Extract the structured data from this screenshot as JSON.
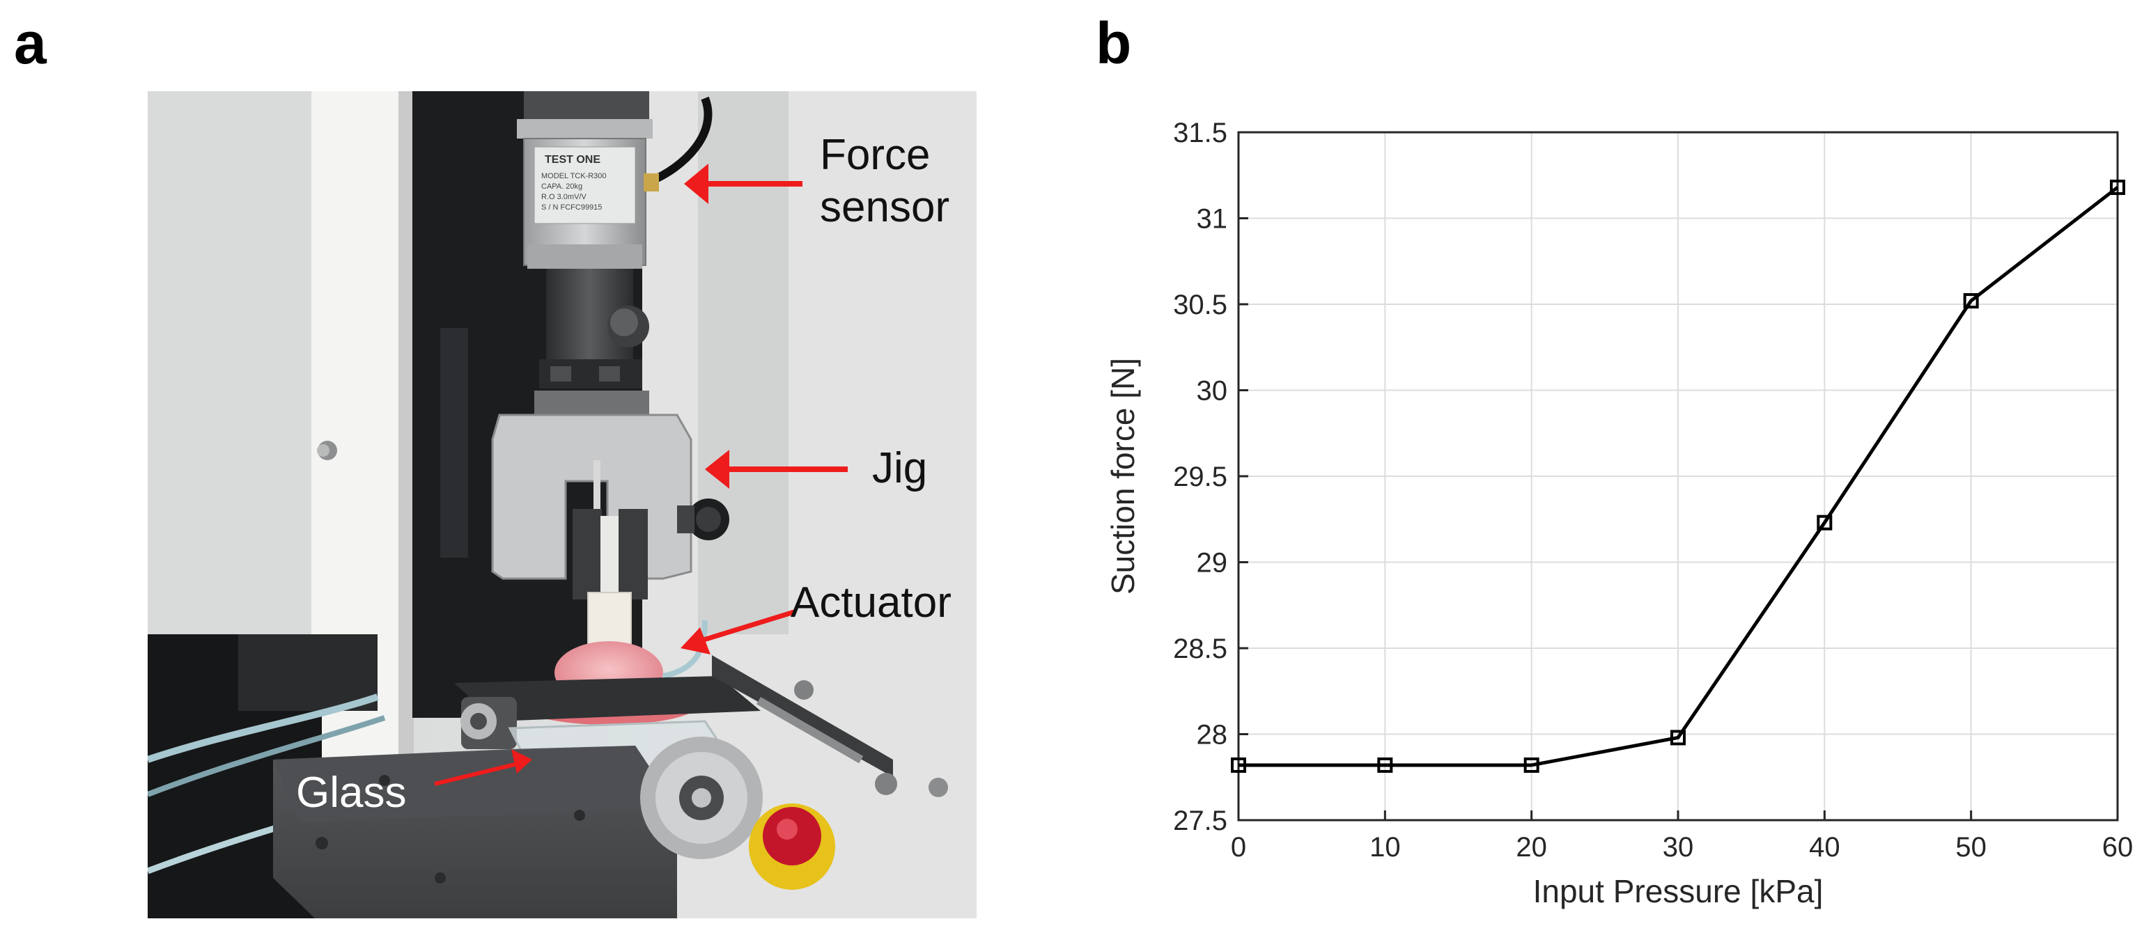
{
  "panel_a": {
    "label": "a",
    "callouts": {
      "force_sensor_line1": "Force",
      "force_sensor_line2": "sensor",
      "jig": "Jig",
      "actuator": "Actuator",
      "glass": "Glass"
    },
    "sensor_plate": {
      "brand": "TEST ONE",
      "lines": [
        "MODEL  TCK-R300",
        "CAPA.    20kg",
        "R.O     3.0mV/V",
        "S / N    FCFC99915"
      ]
    },
    "arrow_color": "#ee1c1c"
  },
  "panel_b": {
    "label": "b",
    "chart_data": {
      "type": "line",
      "xlabel": "Input Pressure [kPa]",
      "ylabel": "Suction force [N]",
      "x": [
        0,
        10,
        20,
        30,
        40,
        50,
        60
      ],
      "series": [
        {
          "values": [
            27.82,
            27.82,
            27.82,
            27.98,
            29.23,
            30.52,
            31.18
          ],
          "color": "#000000",
          "marker": "square"
        }
      ],
      "xlim": [
        0,
        60
      ],
      "ylim": [
        27.5,
        31.5
      ],
      "xticks": [
        "0",
        "10",
        "20",
        "30",
        "40",
        "50",
        "60"
      ],
      "yticks": [
        "27.5",
        "28",
        "28.5",
        "29",
        "29.5",
        "30",
        "30.5",
        "31",
        "31.5"
      ],
      "grid": true,
      "legend": "none"
    }
  }
}
